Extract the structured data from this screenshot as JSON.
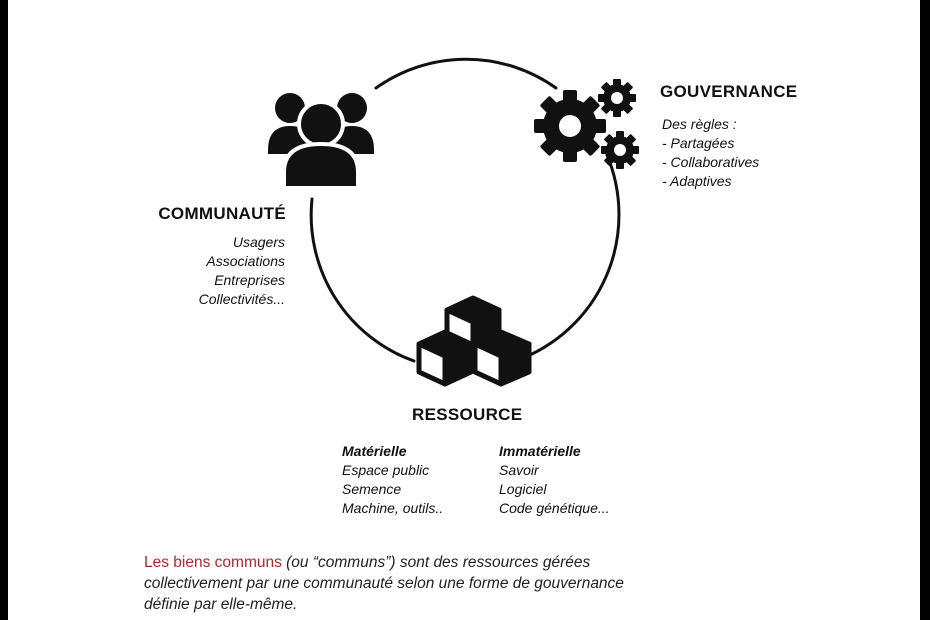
{
  "diagram": {
    "communaute": {
      "title": "COMMUNAUTÉ",
      "items": [
        "Usagers",
        "Associations",
        "Entreprises",
        "Collectivités..."
      ]
    },
    "gouvernance": {
      "title": "GOUVERNANCE",
      "items": [
        "Des règles :",
        "- Partagées",
        "- Collaboratives",
        "- Adaptives"
      ]
    },
    "ressource": {
      "title": "RESSOURCE",
      "materielle": {
        "title": "Matérielle",
        "items": [
          "Espace public",
          "Semence",
          "Machine, outils.."
        ]
      },
      "immaterielle": {
        "title": "Immatérielle",
        "items": [
          "Savoir",
          "Logiciel",
          "Code génétique..."
        ]
      }
    },
    "icons": {
      "community": "people-group-icon",
      "governance": "gears-icon",
      "resource": "cubes-icon"
    }
  },
  "caption": {
    "highlight": "Les biens communs",
    "line1_rest": " (ou “communs”) sont des ressources gérées",
    "line2": "collectivement par une communauté selon une forme de gouvernance",
    "line3": "définie par elle-même."
  },
  "colors": {
    "ink": "#111111",
    "accent": "#b3262e",
    "background": "#ffffff"
  }
}
